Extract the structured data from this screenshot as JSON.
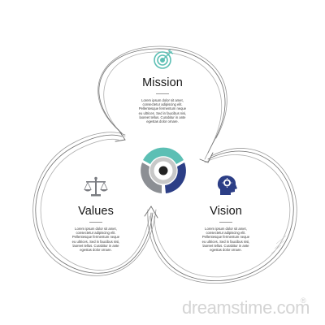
{
  "colors": {
    "teal": "#5cbfb4",
    "navy": "#2c3e86",
    "gray": "#8c8f94",
    "light_gray": "#bcbcbc",
    "sketch_line": "#6e6e6e"
  },
  "sections": {
    "mission": {
      "title": "Mission",
      "icon": "target-icon",
      "body": "Lorem ipsum dolor sit amet,\nconsectetur adipiscing elit.\nPellentesque fermentum neque\neu ultrices. Sed in faucibus nisi,\nlaoreet tellus. Curabitur in ante\negestas dolor ornare."
    },
    "values": {
      "title": "Values",
      "icon": "scales-icon",
      "body": "Lorem ipsum dolor sit amet,\nconsectetur adipiscing elit.\nPellentesque fermentum neque\neu ultrices. Sed in faucibus nisi,\nlaoreet tellus. Curabitur in ante\negestas dolor ornare."
    },
    "vision": {
      "title": "Vision",
      "icon": "head-idea-icon",
      "body": "Lorem ipsum dolor sit amet,\nconsectetur adipiscing elit.\nPellentesque fermentum neque\neu ultrices. Sed in faucibus nisi,\nlaoreet tellus. Curabitur in ante\negestas dolor ornare."
    }
  },
  "center_icon": "segmented-ring-icon",
  "watermark": {
    "text": "dreamstime.com",
    "mark": "®"
  }
}
